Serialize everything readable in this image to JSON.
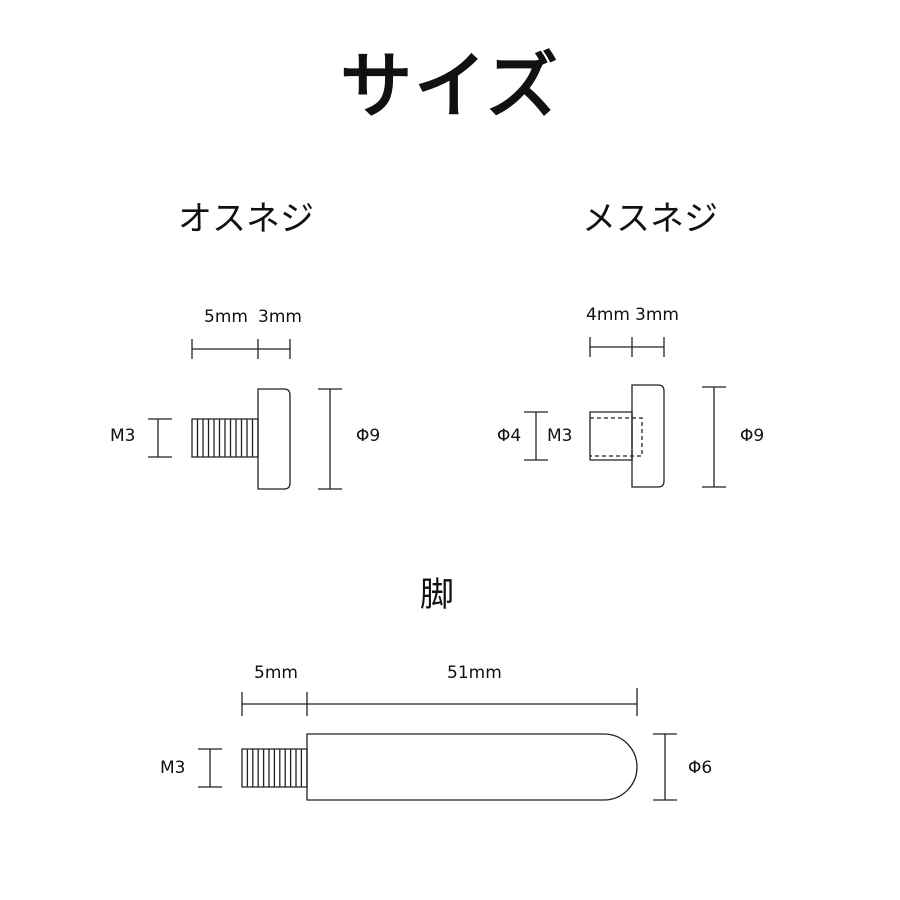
{
  "title": "サイズ",
  "male_screw": {
    "heading": "オスネジ",
    "thread_length": "5mm",
    "head_thickness": "3mm",
    "thread_size": "M3",
    "head_diameter": "Φ9"
  },
  "female_screw": {
    "heading": "メスネジ",
    "bore_depth": "4mm",
    "head_thickness": "3mm",
    "bore_diameter": "Φ4",
    "thread_size": "M3",
    "head_diameter": "Φ9"
  },
  "leg": {
    "heading": "脚",
    "thread_length": "5mm",
    "body_length": "51mm",
    "thread_size": "M3",
    "body_diameter": "Φ6"
  }
}
